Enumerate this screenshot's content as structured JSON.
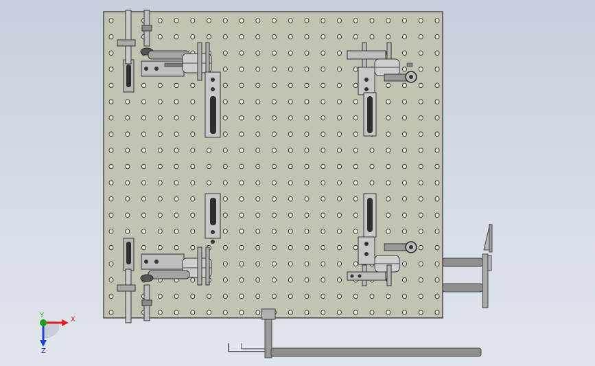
{
  "view": {
    "background_top": "#c6cfdc",
    "background_bottom": "#e1e5ec"
  },
  "plate": {
    "color": "#c4c3b3",
    "edge_color": "#4a4a4a",
    "hole_color": "#2b2b2b",
    "hole_columns": 21,
    "hole_rows": 19
  },
  "triad": {
    "x_label": "X",
    "y_label": "Y",
    "z_label": "Z",
    "x_color": "#e02020",
    "y_color": "#1aa01a",
    "z_color": "#2040d0"
  },
  "part_colors": {
    "steel": "#9a9a9a",
    "steel_light": "#c9c9c9",
    "steel_dark": "#6d6d6d"
  },
  "clamps": [
    {
      "id": "top-left-clamp"
    },
    {
      "id": "top-right-clamp"
    },
    {
      "id": "bottom-left-clamp"
    },
    {
      "id": "bottom-right-clamp"
    }
  ]
}
